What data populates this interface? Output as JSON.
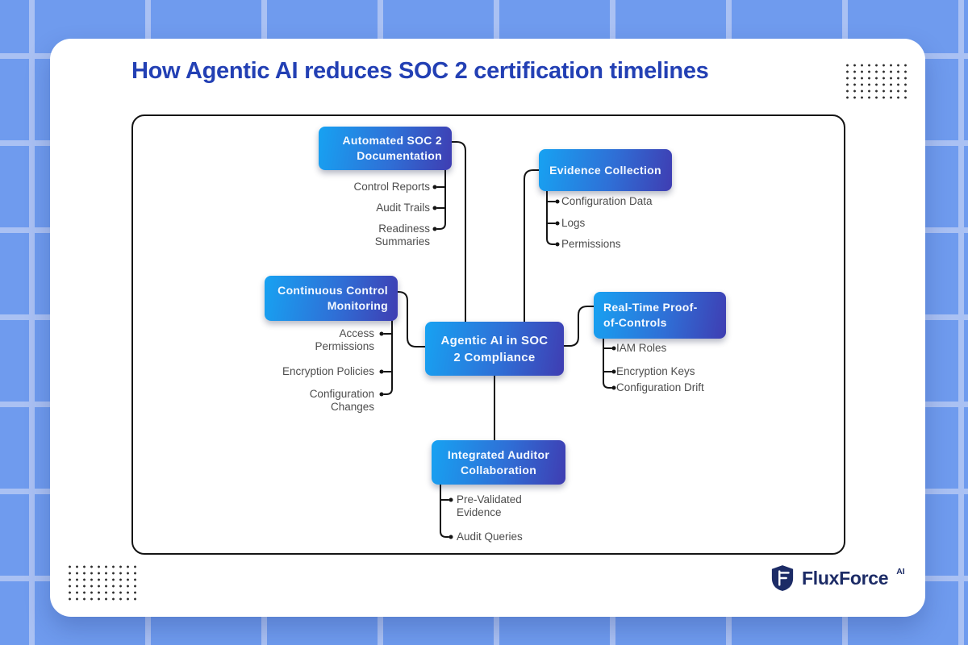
{
  "title": "How Agentic AI reduces SOC 2 certification timelines",
  "diagram": {
    "center": {
      "label": "Agentic AI in SOC\n2 Compliance"
    },
    "nodes": {
      "automated": {
        "label": "Automated SOC 2\nDocumentation",
        "children": [
          "Control Reports",
          "Audit Trails",
          "Readiness\nSummaries"
        ]
      },
      "evidence": {
        "label": "Evidence Collection",
        "children": [
          "Configuration Data",
          "Logs",
          "Permissions"
        ]
      },
      "continuous": {
        "label": "Continuous Control\nMonitoring",
        "children": [
          "Access\nPermissions",
          "Encryption Policies",
          "Configuration\nChanges"
        ]
      },
      "realtime": {
        "label": "Real-Time Proof-\nof-Controls",
        "children": [
          "IAM Roles",
          "Encryption Keys",
          "Configuration Drift"
        ]
      },
      "integrated": {
        "label": "Integrated Auditor\nCollaboration",
        "children": [
          "Pre-Validated\nEvidence",
          "Audit Queries"
        ]
      }
    }
  },
  "brand": {
    "name": "FluxForce",
    "suffix": "AI"
  },
  "colors": {
    "background": "#6f9bee",
    "grid_line": "#aac1f3",
    "card": "#ffffff",
    "title": "#2340b4",
    "node_gradient_start": "#17a2f2",
    "node_gradient_end": "#3f3db2",
    "connector": "#141414",
    "sublabel": "#4d4d4d",
    "brand_navy": "#1c2b66"
  }
}
